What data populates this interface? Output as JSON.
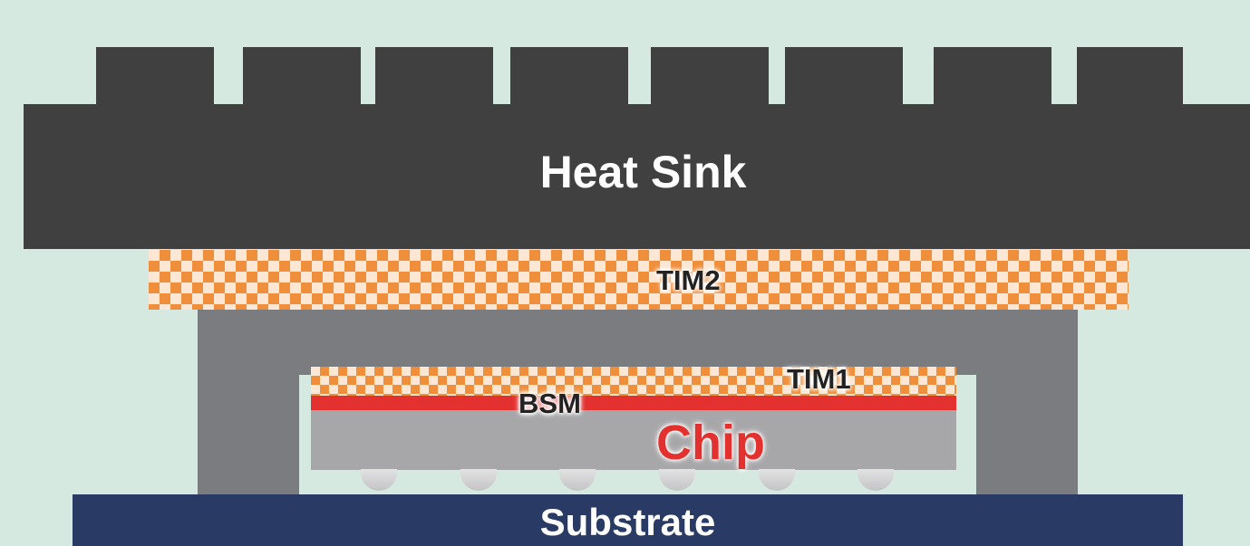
{
  "layers": {
    "heat_sink": {
      "label": "Heat Sink",
      "color": "#404041"
    },
    "tim2": {
      "label": "TIM2",
      "color": "#ef8f3c"
    },
    "lid": {
      "color": "#7b7c80"
    },
    "tim1": {
      "label": "TIM1",
      "color": "#ef8f3c"
    },
    "bsm": {
      "label": "BSM",
      "color": "#e2312f"
    },
    "chip": {
      "label": "Chip",
      "color": "#a7a7a9",
      "label_color": "#e2312f"
    },
    "solder_bumps": {
      "count": 6,
      "color": "#d6d6d8"
    },
    "substrate": {
      "label": "Substrate",
      "color": "#293b64"
    }
  },
  "background_color": "#d5e9e0"
}
